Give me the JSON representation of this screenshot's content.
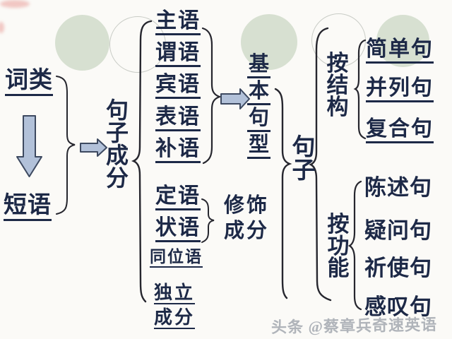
{
  "nodes": {
    "word_class": "词类",
    "phrase": "短语",
    "sentence_components": "句子成分",
    "component_items": [
      "主语",
      "谓语",
      "宾语",
      "表语",
      "补语"
    ],
    "modifier_items": [
      "定语",
      "状语"
    ],
    "appositive": "同位语",
    "independent_line1": "独立",
    "independent_line2": "成分",
    "basic_pattern": "基本句型",
    "modifier_label_line1": "修饰",
    "modifier_label_line2": "成分",
    "sentence": "句子",
    "by_structure": "按结构",
    "structure_items": [
      "简单句",
      "并列句",
      "复合句"
    ],
    "by_function": "按功能",
    "function_items": [
      "陈述句",
      "疑问句",
      "祈使句",
      "感叹句"
    ]
  },
  "watermark": "头条 @蔡章兵奇速英语",
  "colors": {
    "text": "#1d2947",
    "line": "#26262e",
    "arrow_fill": "#b2c1d9",
    "arrow_stroke": "#3d4960",
    "circle_fill": "#d7e0d1",
    "circle_outline": "#c9ccc6",
    "watermark": "#a8adb4"
  }
}
